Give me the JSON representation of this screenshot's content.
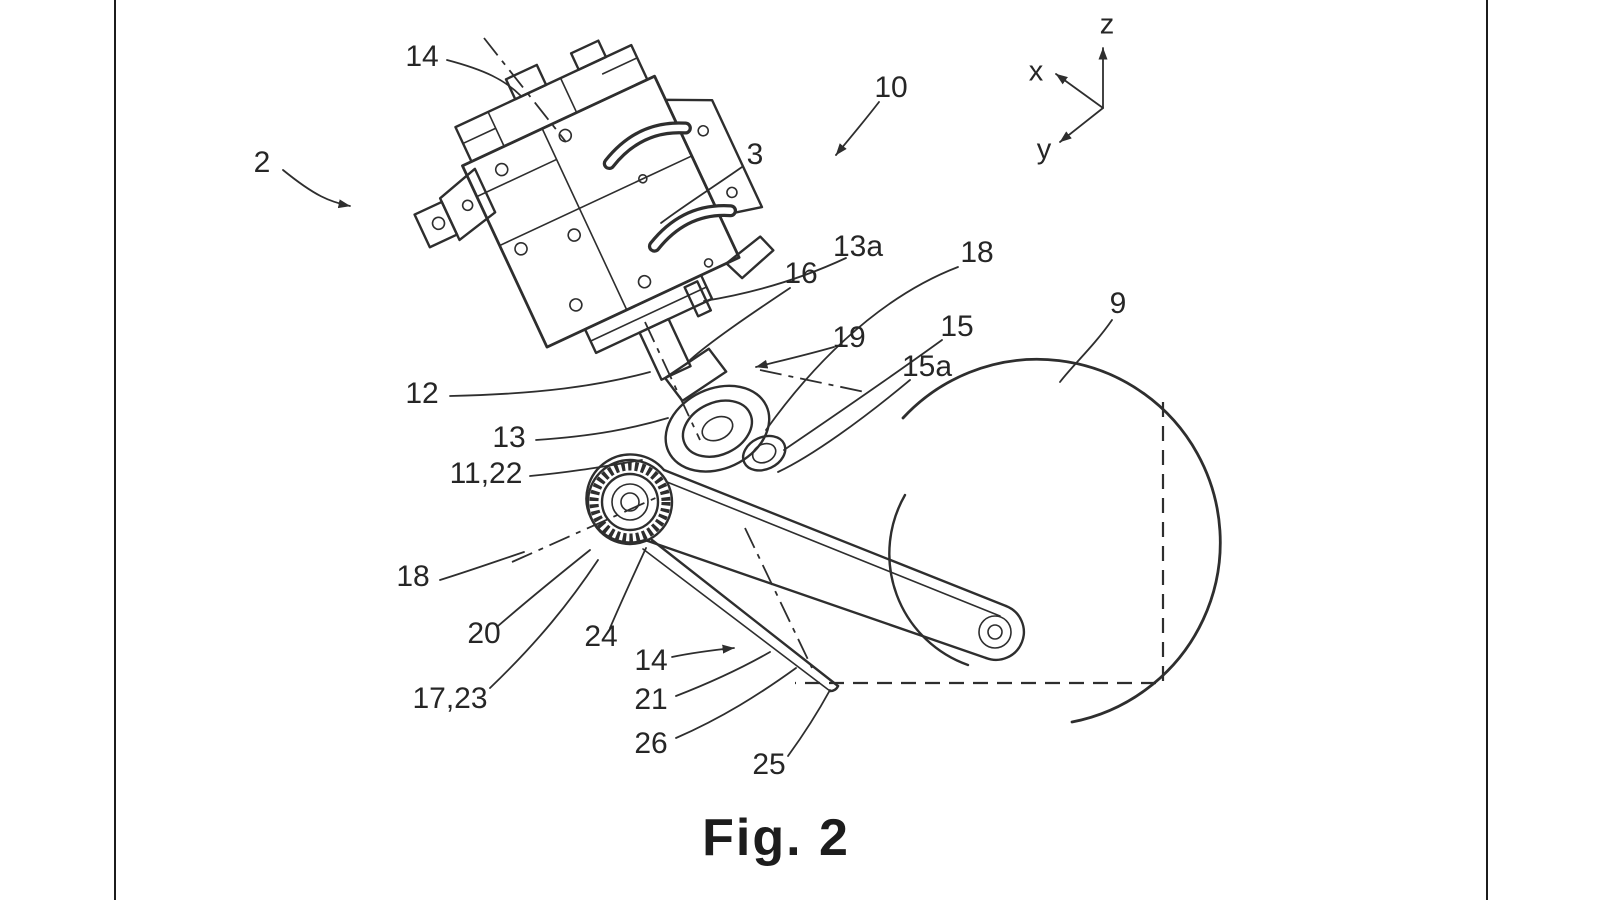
{
  "colors": {
    "ink": "#2e2e2e",
    "background": "#ffffff"
  },
  "figure": {
    "caption": "Fig. 2"
  },
  "axis_triad": {
    "x": "x",
    "y": "y",
    "z": "z"
  },
  "labels": [
    {
      "id": "14-top",
      "text": "14"
    },
    {
      "id": "2",
      "text": "2"
    },
    {
      "id": "3",
      "text": "3"
    },
    {
      "id": "10",
      "text": "10"
    },
    {
      "id": "13a",
      "text": "13a"
    },
    {
      "id": "18-upper",
      "text": "18"
    },
    {
      "id": "16",
      "text": "16"
    },
    {
      "id": "19",
      "text": "19"
    },
    {
      "id": "15",
      "text": "15"
    },
    {
      "id": "15a",
      "text": "15a"
    },
    {
      "id": "9",
      "text": "9"
    },
    {
      "id": "12",
      "text": "12"
    },
    {
      "id": "13",
      "text": "13"
    },
    {
      "id": "11-22",
      "text": "11,22"
    },
    {
      "id": "18-lower",
      "text": "18"
    },
    {
      "id": "20",
      "text": "20"
    },
    {
      "id": "24",
      "text": "24"
    },
    {
      "id": "14-mid",
      "text": "14"
    },
    {
      "id": "21",
      "text": "21"
    },
    {
      "id": "17-23",
      "text": "17,23"
    },
    {
      "id": "26",
      "text": "26"
    },
    {
      "id": "25",
      "text": "25"
    }
  ]
}
